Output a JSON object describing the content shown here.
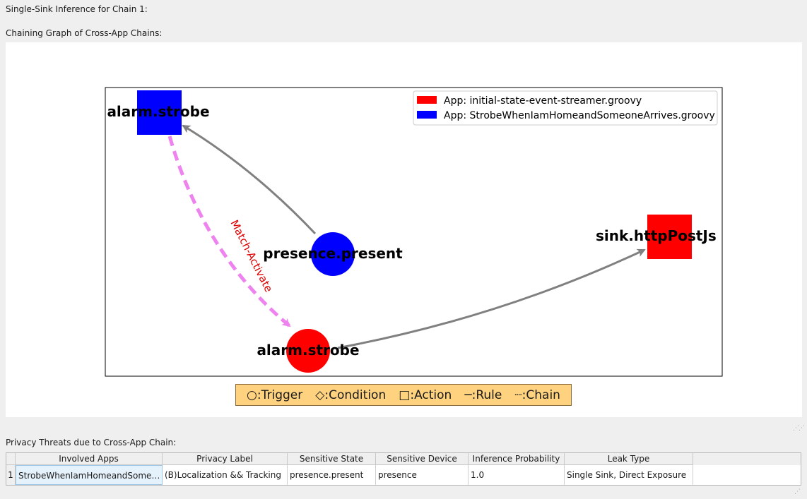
{
  "inference_label": "Single-Sink Inference for Chain 1:",
  "graph_label": "Chaining Graph of Cross-App Chains:",
  "graph": {
    "nodes": [
      {
        "id": "n1",
        "label": "alarm.strobe",
        "shape": "square",
        "color": "#0000ff"
      },
      {
        "id": "n2",
        "label": "presence.present",
        "shape": "circle",
        "color": "#0000ff"
      },
      {
        "id": "n3",
        "label": "alarm.strobe",
        "shape": "circle",
        "color": "#ff0000"
      },
      {
        "id": "n4",
        "label": "sink.httpPostJs",
        "shape": "square",
        "color": "#ff0000"
      }
    ],
    "edges": [
      {
        "from": "presence.present",
        "to": "alarm.strobe",
        "style": "solid",
        "color": "#808080"
      },
      {
        "from": "alarm.strobe",
        "to": "alarm.strobe",
        "style": "dashed",
        "color": "#ee82ee",
        "label": "Match-Activate"
      },
      {
        "from": "alarm.strobe",
        "to": "sink.httpPostJs",
        "style": "solid",
        "color": "#808080"
      }
    ],
    "legend": [
      {
        "label": "App: initial-state-event-streamer.groovy",
        "color": "#ff0000"
      },
      {
        "label": "App: StrobeWhenIamHomeandSomeoneArrives.groovy",
        "color": "#0000ff"
      }
    ]
  },
  "key": {
    "trigger": "○:Trigger",
    "condition": "◇:Condition",
    "action": "□:Action",
    "rule": "─:Rule",
    "chain": "┈:Chain"
  },
  "threats_label": "Privacy Threats due to Cross-App Chain:",
  "table": {
    "headers": [
      "Involved Apps",
      "Privacy Label",
      "Sensitive State",
      "Sensitive Device",
      "Inference Probability",
      "Leak Type"
    ],
    "rows": [
      {
        "num": "1",
        "cells": [
          "StrobeWhenIamHomeandSome…",
          "(B)Localization && Tracking",
          "presence.present",
          "presence",
          "1.0",
          "Single Sink, Direct Exposure"
        ]
      }
    ]
  }
}
